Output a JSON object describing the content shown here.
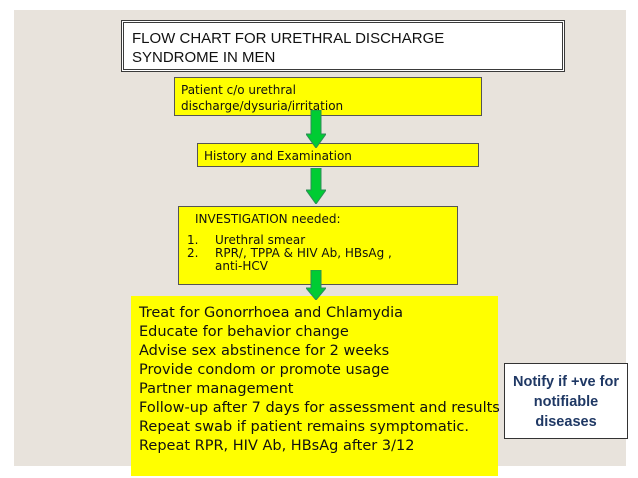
{
  "title": {
    "lines": [
      "FLOW CHART FOR URETHRAL DISCHARGE",
      "SYNDROME IN MEN"
    ]
  },
  "steps": {
    "patient": {
      "lines": [
        "Patient c/o urethral",
        "discharge/dysuria/irritation"
      ]
    },
    "history": {
      "text": "History and Examination"
    },
    "investigation": {
      "heading": "INVESTIGATION needed:",
      "items": [
        {
          "num": "1.",
          "lines": [
            "Urethral smear"
          ]
        },
        {
          "num": "2.",
          "lines": [
            "RPR/, TPPA & HIV Ab, HBsAg ,",
            "anti-HCV"
          ]
        }
      ]
    },
    "treatment": {
      "lines": [
        "Treat for Gonorrhoea and Chlamydia",
        "Educate for behavior change",
        "Advise sex abstinence for 2 weeks",
        "Provide condom or promote usage",
        "Partner management",
        "Follow-up after 7 days for assessment and results",
        "Repeat swab if patient remains symptomatic.",
        "Repeat RPR, HIV Ab, HBsAg after 3/12"
      ]
    }
  },
  "notify": {
    "lines": [
      "Notify if +ve for",
      "notifiable",
      "diseases"
    ]
  },
  "colors": {
    "slide_background": "#e8e3dc",
    "box_fill": "#ffff00",
    "arrow_fill": "#00cc33",
    "notify_text": "#1f3864"
  }
}
